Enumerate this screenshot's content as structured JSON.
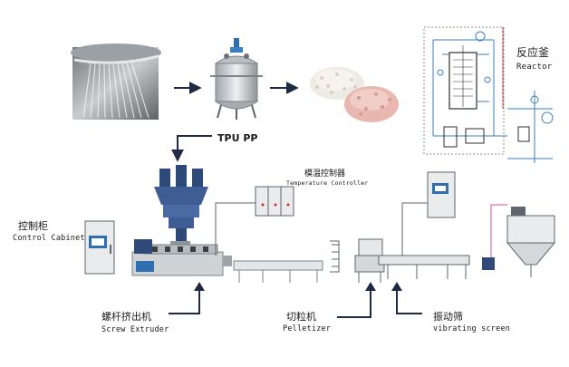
{
  "diagram": {
    "input_material": "TPU PP",
    "reactor": {
      "label_cn": "反应釜",
      "label_en": "Reactor"
    },
    "temperature_controller": {
      "label_cn": "模温控制器",
      "label_en": "Temperature Controller"
    },
    "control_cabinet": {
      "label_cn": "控制柜",
      "label_en": "Control Cabinet"
    },
    "screw_extruder": {
      "label_cn": "螺杆挤出机",
      "label_en": "Screw Extruder"
    },
    "pelletizer": {
      "label_cn": "切粒机",
      "label_en": "Pelletizer"
    },
    "vibrating_screen": {
      "label_cn": "振动筛",
      "label_en": "vibrating screen"
    }
  },
  "colors": {
    "arrow": "#1f2a44",
    "machine_steel": "#cfd3d6",
    "cabinet_panel": "#e9ebec",
    "cabinet_accent": "#2f6fb0",
    "reactor_pipe": "#3a7fc0",
    "pellet_white": "#eeeae4",
    "pellet_pink": "#e8b7b0"
  }
}
